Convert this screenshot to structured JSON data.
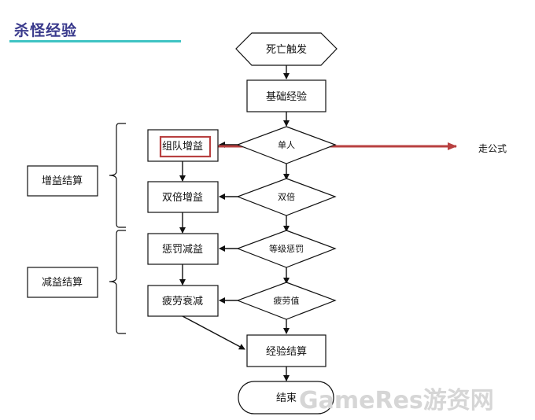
{
  "title": "杀怪经验",
  "nodes": {
    "death": "死亡触发",
    "base": "基础经验",
    "single": "单人",
    "team": "组队增益",
    "goformula": "走公式",
    "double_d": "双倍",
    "double_b": "双倍增益",
    "level_d": "等级惩罚",
    "penalty": "惩罚减益",
    "fatigue_d": "疲劳值",
    "fatigue_b": "疲劳衰减",
    "settle": "经验结算",
    "end": "结束",
    "gain_group": "增益结算",
    "loss_group": "减益结算"
  },
  "colors": {
    "title": "#3a3a8c",
    "underline": "#3fc4c4",
    "highlight": "#b84040"
  },
  "watermark": "GameRes游资网"
}
